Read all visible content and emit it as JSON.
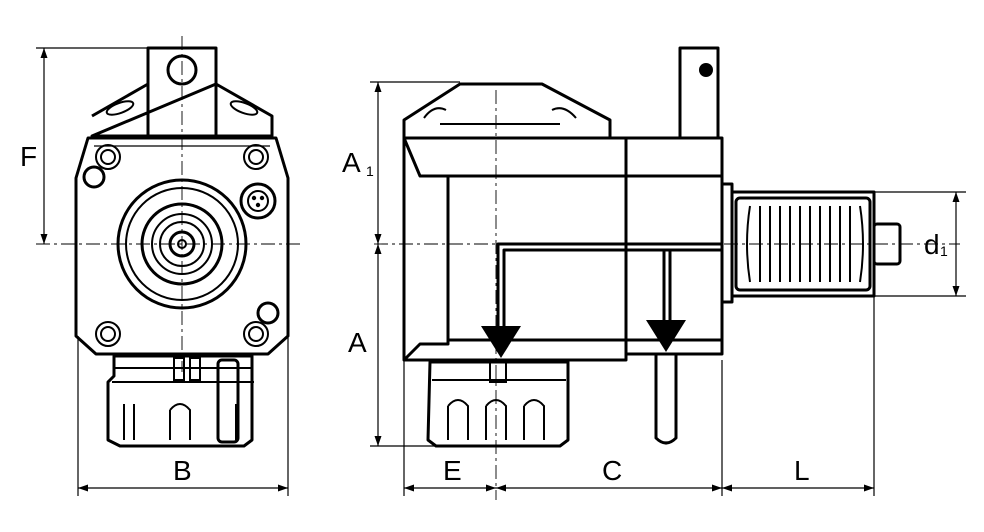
{
  "labels": {
    "F": "F",
    "B": "B",
    "A1": "A",
    "A1_sub": "1",
    "A": "A",
    "E": "E",
    "C": "C",
    "L": "L",
    "d1": "d",
    "d1_sub": "1"
  }
}
